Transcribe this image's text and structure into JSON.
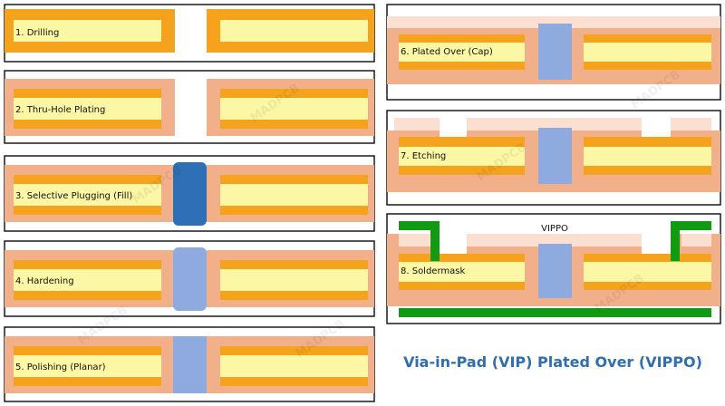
{
  "colors": {
    "panel_border": "#1a1a1a",
    "copper": "#f5a21c",
    "core": "#fbf7a5",
    "prepreg": "#f2b08a",
    "cap_light": "#fbe0d2",
    "fill_dark": "#2e6fb5",
    "fill_light": "#8eaadf",
    "soldermask": "#119a12",
    "title_text": "#2f6fb0"
  },
  "steps": [
    {
      "id": 1,
      "label": "1. Drilling"
    },
    {
      "id": 2,
      "label": "2. Thru-Hole Plating"
    },
    {
      "id": 3,
      "label": "3. Selective Plugging (Fill)"
    },
    {
      "id": 4,
      "label": "4. Hardening"
    },
    {
      "id": 5,
      "label": "5. Polishing (Planar)"
    },
    {
      "id": 6,
      "label": "6. Plated Over (Cap)"
    },
    {
      "id": 7,
      "label": "7. Etching"
    },
    {
      "id": 8,
      "label": "8. Soldermask"
    }
  ],
  "vippo_label": "VIPPO",
  "watermark": "MADPCB",
  "title": "Via-in-Pad (VIP) Plated Over (VIPPO)"
}
